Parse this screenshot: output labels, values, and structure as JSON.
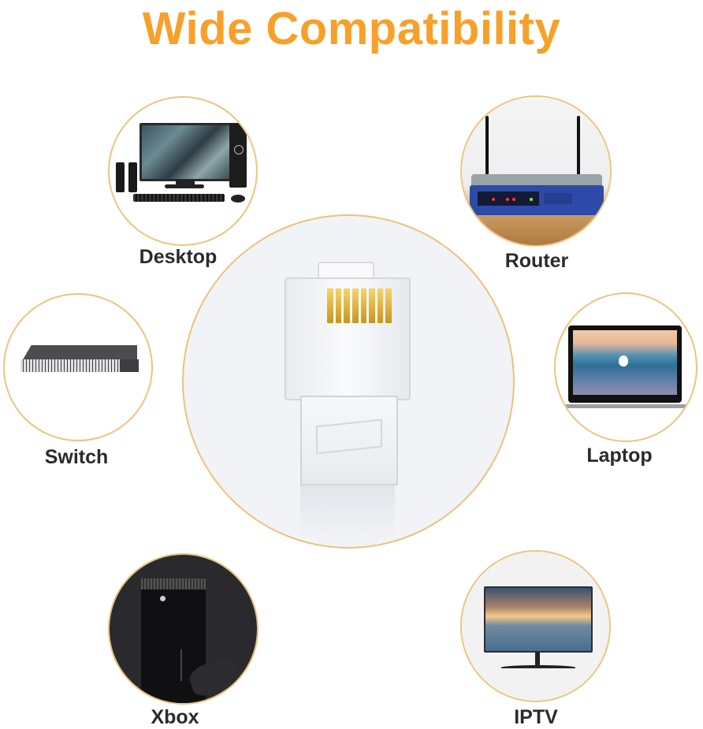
{
  "title": "Wide Compatibility",
  "colors": {
    "title": "#f7a02a",
    "circle_border": "#ebc580",
    "label": "#2b2b2b",
    "center_bg": "#f2f3f7"
  },
  "center": {
    "product": "RJ45 connector",
    "pin_count": 8
  },
  "devices": [
    {
      "id": "desktop",
      "label": "Desktop"
    },
    {
      "id": "router",
      "label": "Router"
    },
    {
      "id": "switch",
      "label": "Switch"
    },
    {
      "id": "laptop",
      "label": "Laptop"
    },
    {
      "id": "xbox",
      "label": "Xbox"
    },
    {
      "id": "iptv",
      "label": "IPTV"
    }
  ]
}
